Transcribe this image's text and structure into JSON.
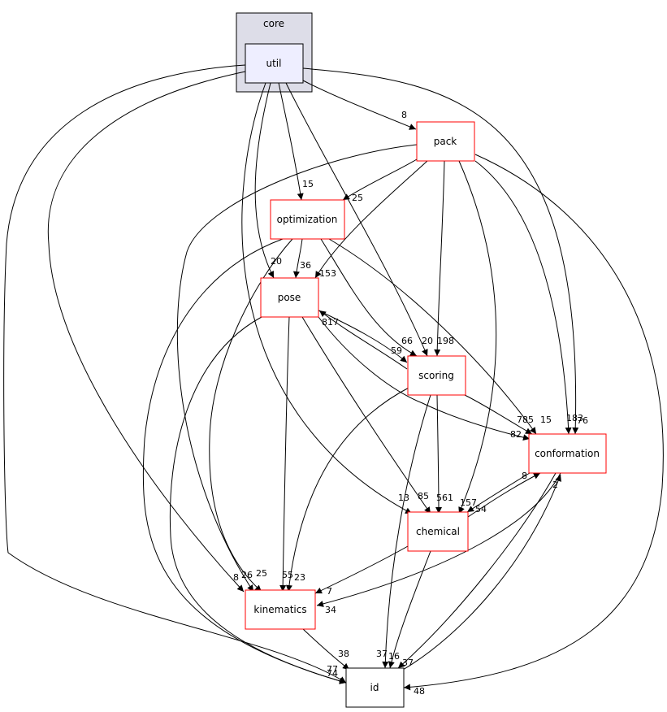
{
  "cluster": {
    "label": "core",
    "fill": "#dddde8",
    "border": "#000000"
  },
  "nodes": {
    "util": {
      "label": "util",
      "fill": "#eeeeff"
    },
    "pack": {
      "label": "pack"
    },
    "optimization": {
      "label": "optimization"
    },
    "pose": {
      "label": "pose"
    },
    "scoring": {
      "label": "scoring"
    },
    "conformation": {
      "label": "conformation"
    },
    "chemical": {
      "label": "chemical"
    },
    "kinematics": {
      "label": "kinematics"
    },
    "id": {
      "label": "id"
    }
  },
  "edge_labels": {
    "util_pack": "8",
    "util_optimization": "15",
    "util_scoring": "20",
    "pack_optimization": "25",
    "pose_head": "153",
    "util_pose": "20",
    "opt_pose": "36",
    "pose_scoring_a": "817",
    "opt_scoring": "66",
    "pack_scoring": "198",
    "scoring_pose": "59",
    "scoring_conf": "785",
    "opt_conf": "15",
    "pack_conf": "183",
    "util_conf": "76",
    "pose_conf": "82",
    "chem_conf": "8",
    "util_chem": "13",
    "pose_chem": "85",
    "scoring_chem": "561",
    "pack_chem": "157",
    "conf_chem": "54",
    "conf_id": "2",
    "util_kin": "8",
    "pack_kin": "26",
    "opt_kin": "25",
    "pose_kin": "55",
    "scoring_kin": "23",
    "chem_kin": "7",
    "conf_kin": "34",
    "kin_id": "38",
    "util_id": "77",
    "opt_id": "74",
    "scoring_id": "37",
    "chem_id": "16",
    "conf_id2": "37",
    "pack_id": "48"
  }
}
